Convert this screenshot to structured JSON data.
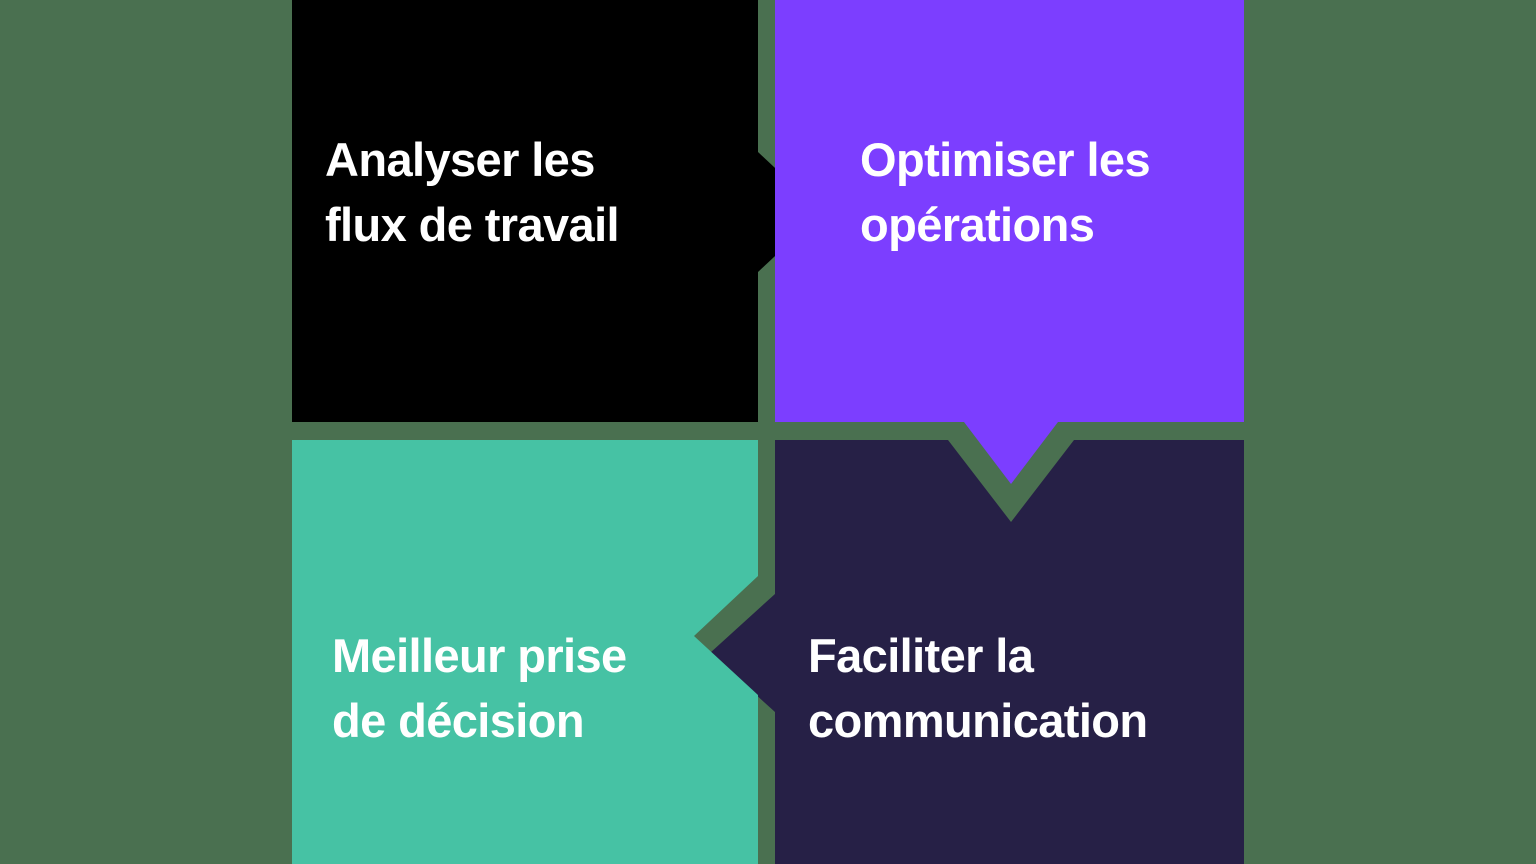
{
  "diagram": {
    "type": "cycle-quadrant",
    "title": null,
    "background_color": "#4a7050",
    "text_color": "#ffffff",
    "cards": [
      {
        "id": "analyser-les-flux-de-travail",
        "label": "Analyser les\nflux de travail",
        "color": "#000000",
        "position": "top-left",
        "arrow_out": "right"
      },
      {
        "id": "optimiser-les-operations",
        "label": "Optimiser les\nopérations",
        "color": "#7c3eff",
        "position": "top-right",
        "arrow_out": "down"
      },
      {
        "id": "faciliter-la-communication",
        "label": "Faciliter la\ncommunication",
        "color": "#262046",
        "position": "bottom-right",
        "arrow_out": "left"
      },
      {
        "id": "meilleur-prise-de-decision",
        "label": "Meilleur prise\nde décision",
        "color": "#46c2a4",
        "position": "bottom-left",
        "arrow_out": "none"
      }
    ],
    "flow_order": [
      "Analyser les flux de travail",
      "Optimiser les opérations",
      "Faciliter la communication",
      "Meilleur prise de décision"
    ]
  }
}
